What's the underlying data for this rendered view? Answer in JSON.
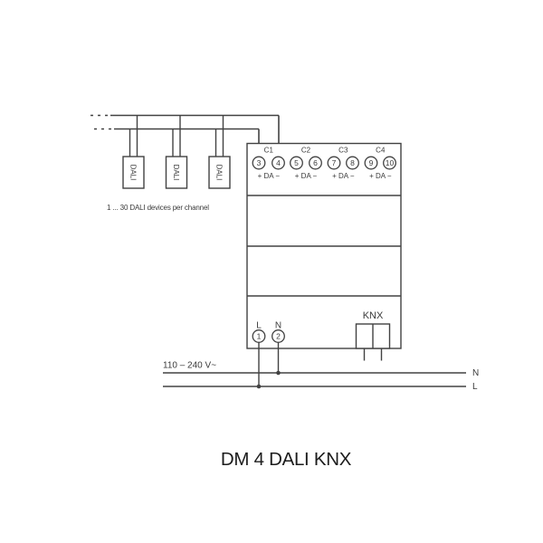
{
  "title": "DM 4 DALI KNX",
  "colors": {
    "line": "#424242",
    "text": "#3a3a3a",
    "title": "#1c1c1c",
    "background": "#ffffff"
  },
  "dali_bus": {
    "caption": "1 ... 30 DALI devices per channel",
    "devices": [
      {
        "label": "DALI"
      },
      {
        "label": "DALI"
      },
      {
        "label": "DALI"
      }
    ]
  },
  "actuator": {
    "channels": [
      {
        "name": "C1",
        "terminals": [
          "3",
          "4"
        ],
        "polarity": "+ DA −"
      },
      {
        "name": "C2",
        "terminals": [
          "5",
          "6"
        ],
        "polarity": "+ DA −"
      },
      {
        "name": "C3",
        "terminals": [
          "7",
          "8"
        ],
        "polarity": "+ DA −"
      },
      {
        "name": "C4",
        "terminals": [
          "9",
          "10"
        ],
        "polarity": "+ DA −"
      }
    ],
    "power_terminals": [
      {
        "name": "L",
        "number": "1"
      },
      {
        "name": "N",
        "number": "2"
      }
    ],
    "bus_label": "KNX"
  },
  "mains": {
    "voltage_label": "110 – 240 V~",
    "lines": [
      {
        "label": "N"
      },
      {
        "label": "L"
      }
    ]
  }
}
